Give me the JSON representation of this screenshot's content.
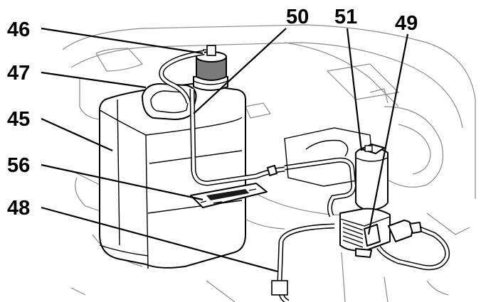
{
  "diagram": {
    "callouts": [
      {
        "id": "46",
        "label": "46"
      },
      {
        "id": "47",
        "label": "47"
      },
      {
        "id": "45",
        "label": "45"
      },
      {
        "id": "56",
        "label": "56"
      },
      {
        "id": "48",
        "label": "48"
      },
      {
        "id": "50",
        "label": "50"
      },
      {
        "id": "51",
        "label": "51"
      },
      {
        "id": "49",
        "label": "49"
      }
    ],
    "colors": {
      "ink": "#000000",
      "background_lines": "#8a8a8a",
      "paper": "#ffffff",
      "cap": "#7a7a7a"
    }
  }
}
